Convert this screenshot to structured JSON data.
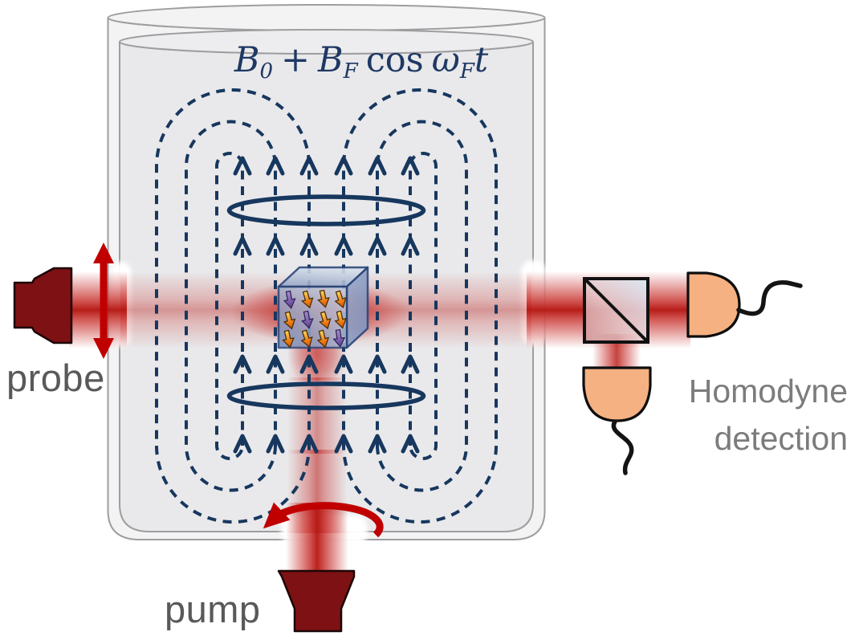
{
  "figure": {
    "type": "physics-experiment-diagram",
    "description": "Optically pumped atomic magnetometer inside a cylindrical magnetic shield with probe and pump lasers and homodyne detection",
    "labels": {
      "probe": "probe",
      "pump": "pump",
      "homodyne_line1": "Homodyne",
      "homodyne_line2": "detection"
    },
    "formula": {
      "B1": "B",
      "sub0": "0",
      "plus": "+",
      "B2": "B",
      "subF": "F",
      "cos": "cos",
      "omega": "ω",
      "subF2": "F",
      "t": "t"
    },
    "components": [
      {
        "name": "magnetic-shield",
        "description": "nested gray cylindrical shield"
      },
      {
        "name": "field-lines",
        "description": "dashed navy magnetic field loops with upward arrows"
      },
      {
        "name": "coil-top",
        "description": "upper Helmholtz coil ellipse"
      },
      {
        "name": "coil-bottom",
        "description": "lower Helmholtz coil ellipse"
      },
      {
        "name": "vapor-cell",
        "description": "blue translucent atomic vapor cell cube"
      },
      {
        "name": "spin-arrows",
        "description": "atomic spins pointing down-right, orange with some purple"
      },
      {
        "name": "probe-laser-source",
        "description": "dark red probe laser horn, left"
      },
      {
        "name": "pump-laser-source",
        "description": "dark red pump laser horn, bottom"
      },
      {
        "name": "probe-beam",
        "description": "horizontal red laser beam"
      },
      {
        "name": "pump-beam",
        "description": "vertical red laser beam"
      },
      {
        "name": "linear-polarization-arrow",
        "description": "red double-headed vertical arrow on probe beam"
      },
      {
        "name": "circular-polarization-arrow",
        "description": "red circular arrow on pump beam"
      },
      {
        "name": "beam-splitter",
        "description": "polarizing beam splitter cube with diagonal"
      },
      {
        "name": "photodetector-right",
        "description": "peach D-shaped photodiode with wire"
      },
      {
        "name": "photodetector-bottom",
        "description": "peach D-shaped photodiode with wire"
      }
    ],
    "colors": {
      "field_line_navy": "#17375e",
      "formula_navy": "#1f3864",
      "beam_red": "#c4231f",
      "polarization_red": "#c00000",
      "source_maroon": "#7d1113",
      "detector_peach": "#f5b181",
      "shield_gray": "#e9e9eb",
      "cell_blue": "#8fa3c8",
      "spin_orange": "#ee7e14",
      "spin_purple": "#6d4fa0",
      "label_gray": "#595959",
      "homodyne_gray": "#7c7c7c"
    }
  }
}
